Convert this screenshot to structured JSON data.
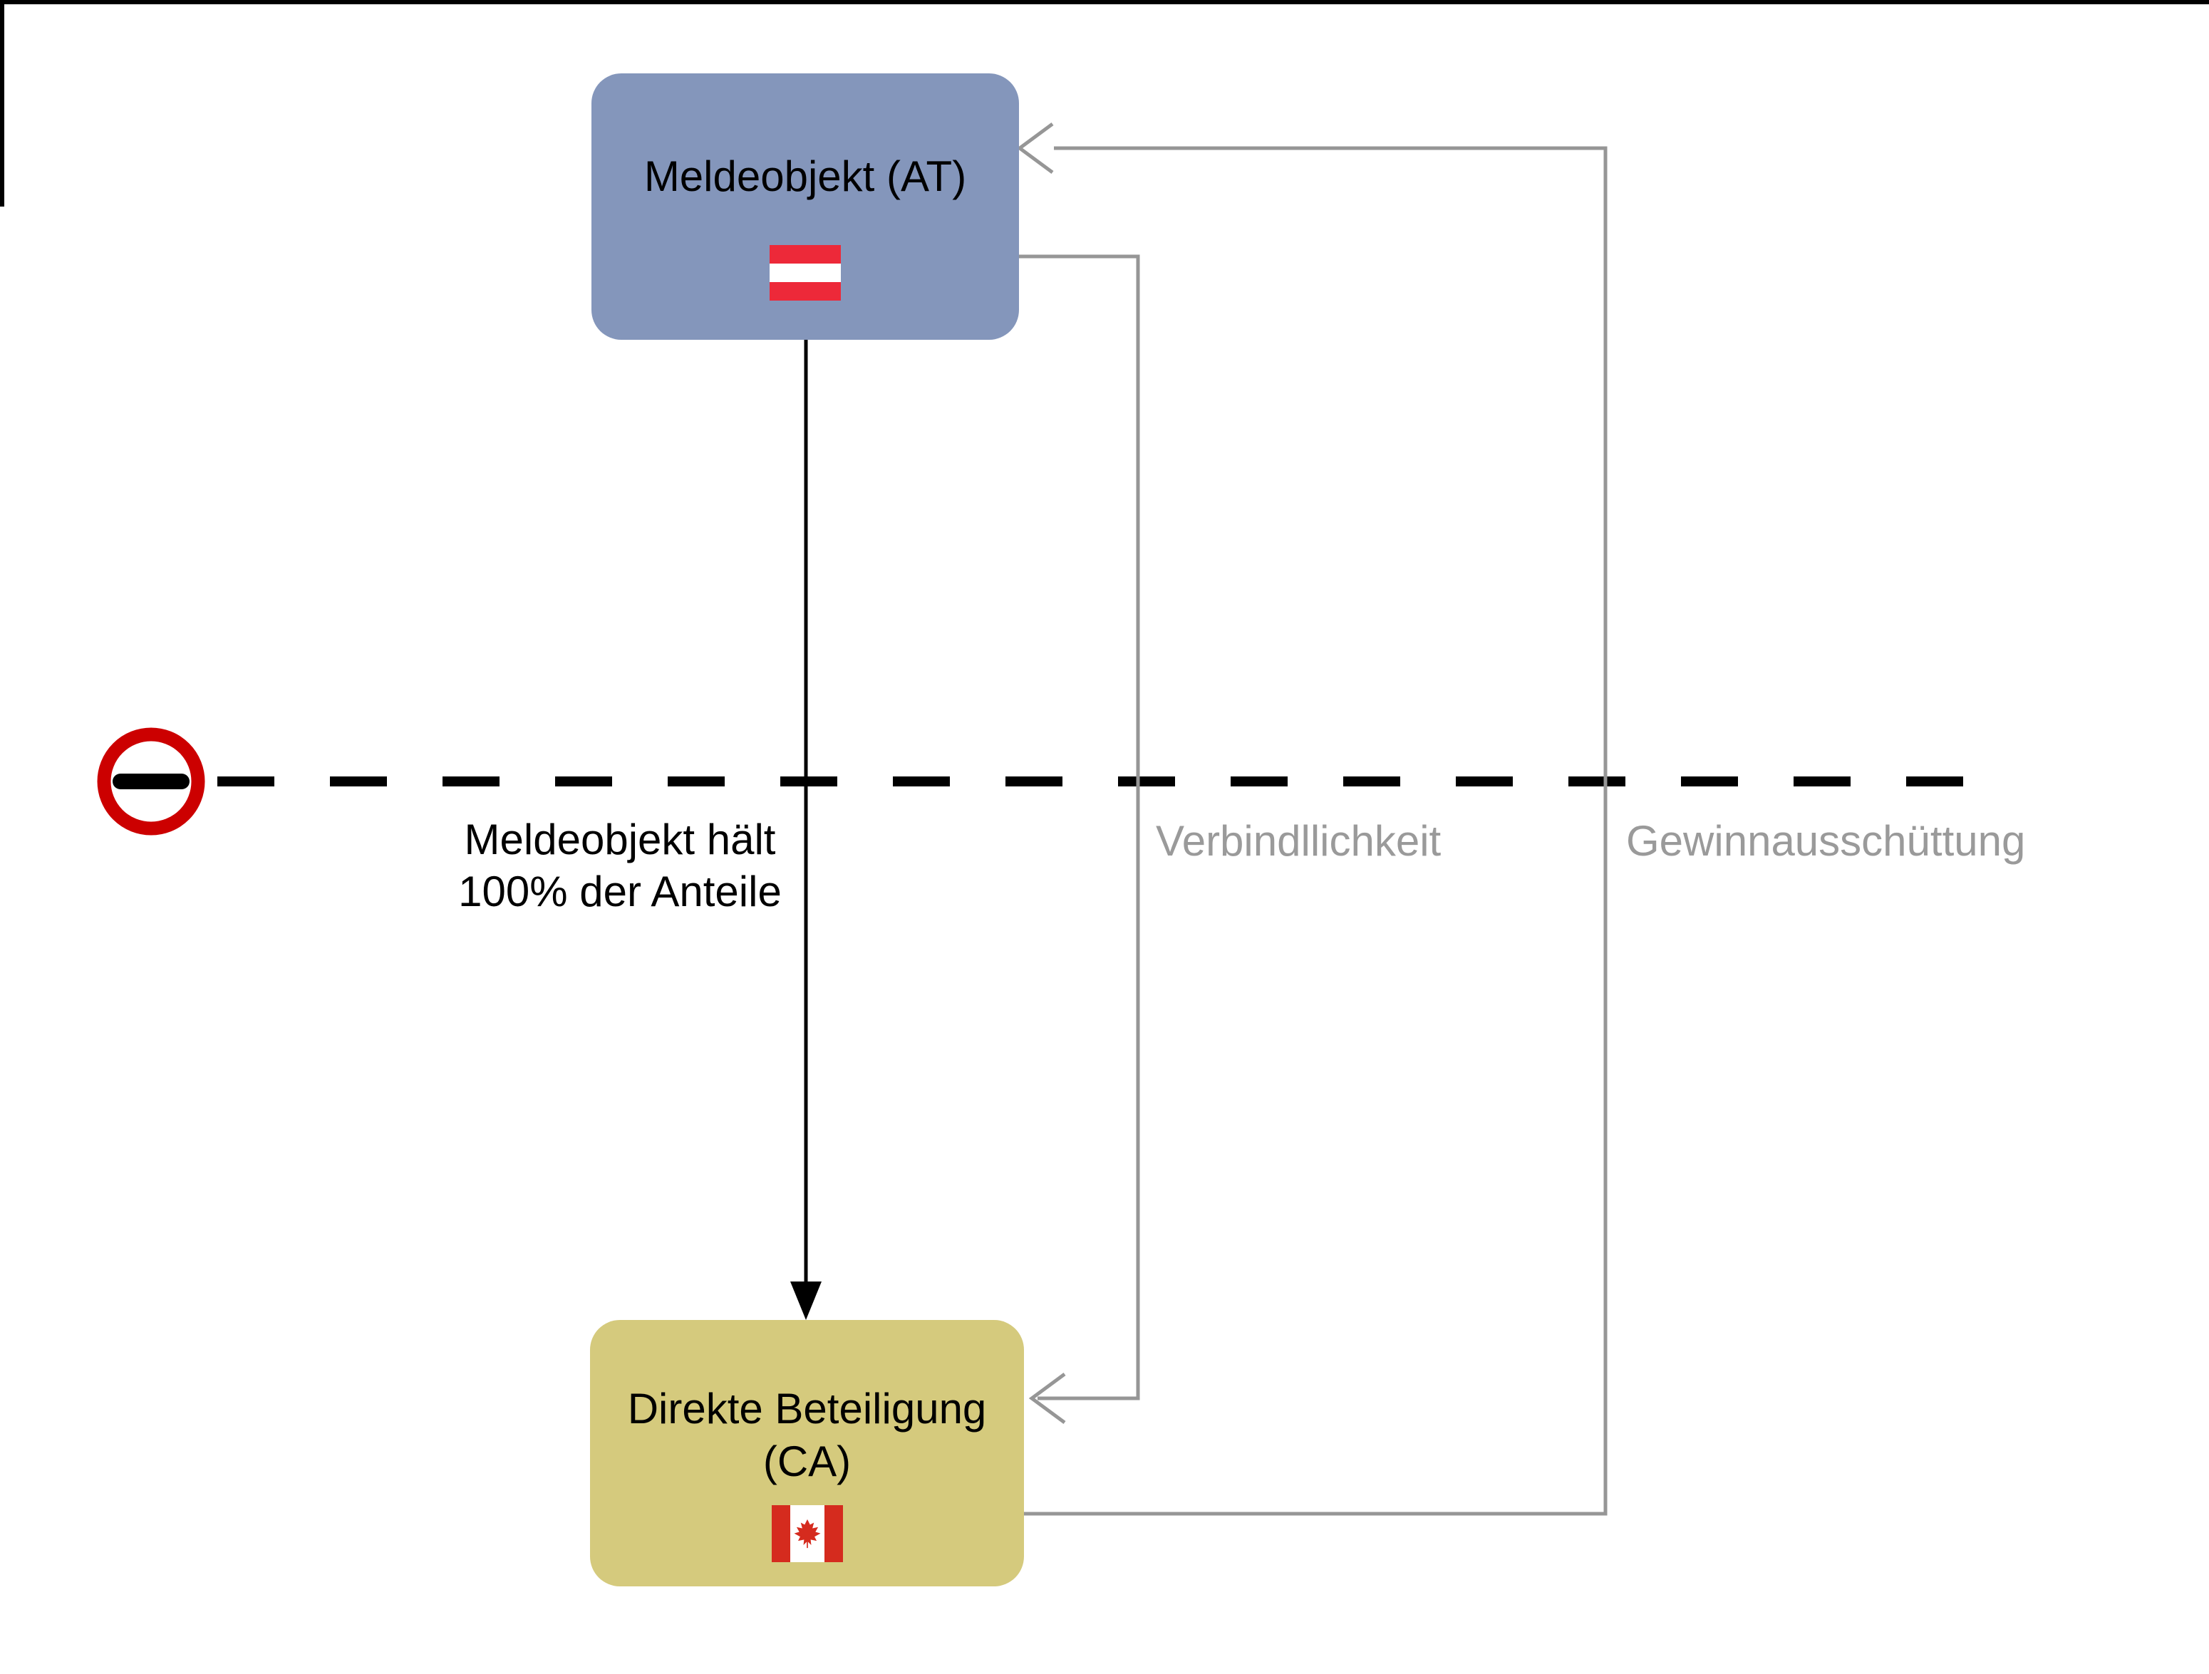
{
  "colors": {
    "frame-black": "#000000",
    "text-black": "#000000",
    "node-parent-bg": "#8496BB",
    "node-subsidiary-bg": "#D5CA7D",
    "connector-gray": "#969696",
    "edge-label-gray": "#9A9A9A",
    "prohibition-red": "#CC0000",
    "austria-flag-red": "#ED2939",
    "canada-flag-red": "#D52B1E"
  },
  "nodes": {
    "parent": {
      "label": "Meldeobjekt (AT)",
      "flag": "austria-flag"
    },
    "subsidiary": {
      "label_line1": "Direkte Beteiligung",
      "label_line2": "(CA)",
      "flag": "canada-flag"
    }
  },
  "edges": {
    "ownership": {
      "label_line1": "Meldeobjekt hält",
      "label_line2": "100% der Anteile"
    },
    "liability": {
      "label": "Verbindllichkeit"
    },
    "profit": {
      "label": "Gewinnausschüttung"
    }
  }
}
